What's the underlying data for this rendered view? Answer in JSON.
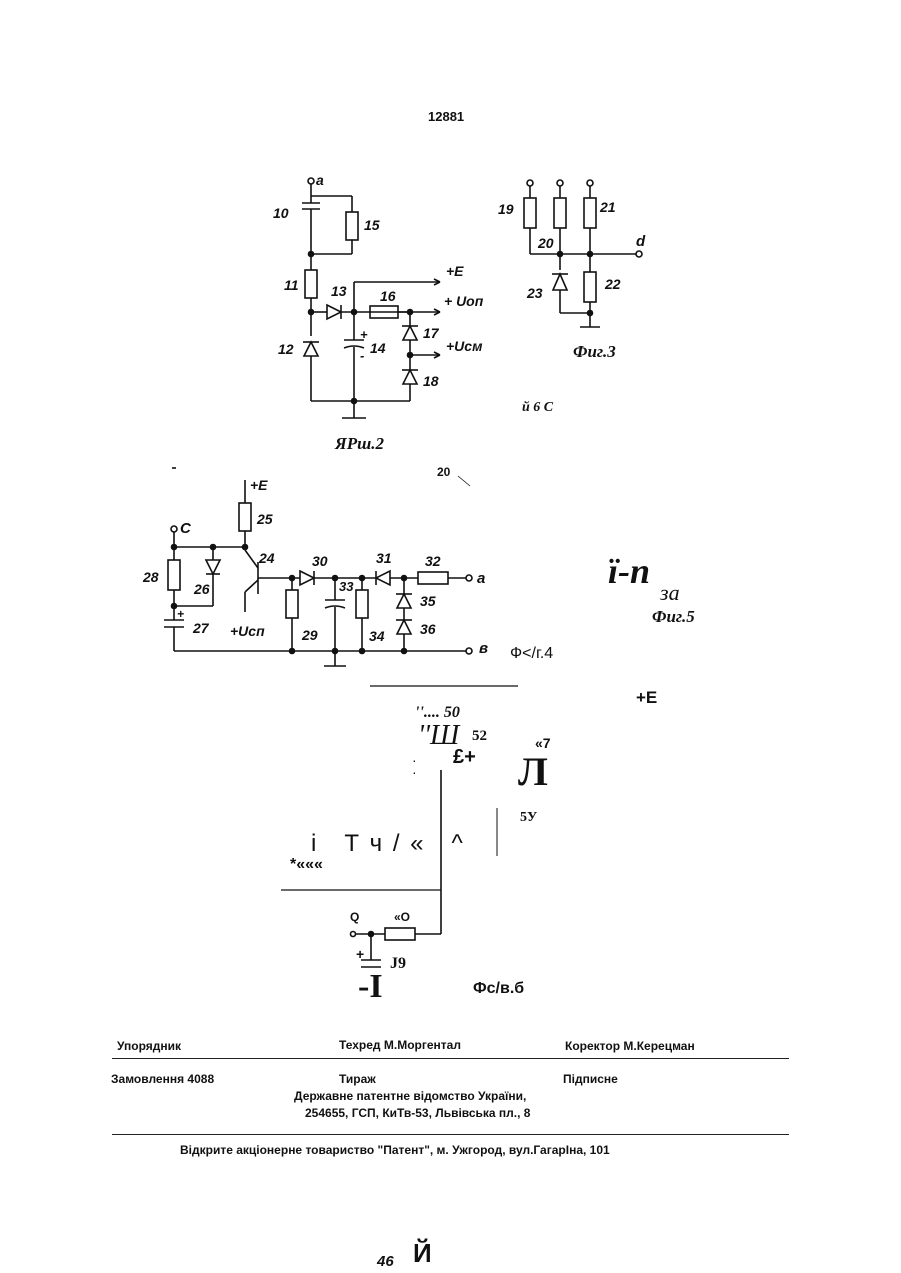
{
  "page_number_top": "12881",
  "fig2": {
    "caption": "ЯРш.2",
    "labels": {
      "a": "a",
      "l10": "10",
      "l15": "15",
      "l11": "11",
      "l13": "13",
      "l16": "16",
      "l12": "12",
      "l14": "14",
      "l17": "17",
      "l18": "18",
      "e": "+E",
      "uop": "+ Uоп",
      "ucm": "+Uсм",
      "plus": "+",
      "minus": "-"
    }
  },
  "fig3": {
    "caption": "Фиг.3",
    "note": "й  6  С",
    "labels": {
      "l19": "19",
      "l20": "20",
      "l21": "21",
      "d": "d",
      "l23": "23",
      "l22": "22"
    }
  },
  "fig4": {
    "caption": "Ф</г.4",
    "mark_20": "20",
    "labels": {
      "e": "+E",
      "l25": "25",
      "c": "C",
      "l24": "24",
      "l30": "30",
      "l31": "31",
      "l32": "32",
      "l28": "28",
      "l26": "26",
      "l33": "33",
      "a": "a",
      "l35": "35",
      "l36": "36",
      "l27": "27",
      "ucn": "+Uсп",
      "l29": "29",
      "l34": "34",
      "v": "в",
      "plus": "+"
    }
  },
  "fig5": {
    "glyph": "ї-n",
    "sub": "за",
    "caption": "Фиг.5"
  },
  "fig6": {
    "e": "+E",
    "l50": "''.... 50",
    "l3": "''Ш",
    "l52": "52",
    "l7": "«7",
    "epl": "£+",
    "bigL": "Л",
    "l5u": "5У",
    "row_text": "і   Т ч / «   ^",
    "star": "*«««",
    "q": "Q",
    "o": "«О",
    "plus": "+",
    "j9": "J9",
    "ground": "-I",
    "caption": "Фс/в.б"
  },
  "footer": {
    "compiler": "Упорядник",
    "techred": "Техред М.Моргентал",
    "corrector": "Коректор М.Керецман",
    "order": "Замовлення 4088",
    "circulation": "Тираж",
    "subscription": "Підписне",
    "office": "Державне патентне відомство України,",
    "address": "254655, ГСП, КиТв-53, Львівська пл., 8",
    "publisher": "Відкрите акціонерне товариство \"Патент\", м. Ужгород, вул.ГагарІна, 101"
  },
  "bottom": {
    "num": "46",
    "letter": "Й"
  }
}
